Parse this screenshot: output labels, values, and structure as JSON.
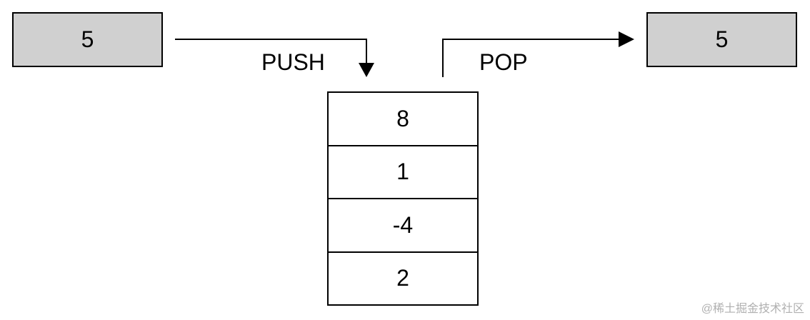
{
  "input_value": "5",
  "output_value": "5",
  "push_label": "PUSH",
  "pop_label": "POP",
  "stack": {
    "items": [
      "8",
      "1",
      "-4",
      "2"
    ]
  },
  "watermark": "@稀土掘金技术社区",
  "colors": {
    "box_fill": "#d0d0d0",
    "stroke": "#000000"
  }
}
